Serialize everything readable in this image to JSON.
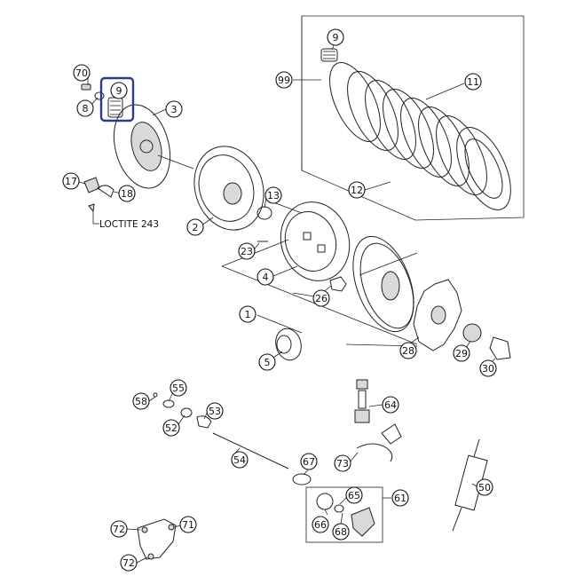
{
  "callouts": [
    {
      "id": "c70",
      "label": "70"
    },
    {
      "id": "c9a",
      "label": "9"
    },
    {
      "id": "c8",
      "label": "8"
    },
    {
      "id": "c3",
      "label": "3"
    },
    {
      "id": "c99",
      "label": "99"
    },
    {
      "id": "c9b",
      "label": "9"
    },
    {
      "id": "c11",
      "label": "11"
    },
    {
      "id": "c17",
      "label": "17"
    },
    {
      "id": "c18",
      "label": "18"
    },
    {
      "id": "c2",
      "label": "2"
    },
    {
      "id": "c13",
      "label": "13"
    },
    {
      "id": "c12",
      "label": "12"
    },
    {
      "id": "c23",
      "label": "23"
    },
    {
      "id": "c4",
      "label": "4"
    },
    {
      "id": "c26",
      "label": "26"
    },
    {
      "id": "c1",
      "label": "1"
    },
    {
      "id": "c5",
      "label": "5"
    },
    {
      "id": "c28",
      "label": "28"
    },
    {
      "id": "c29",
      "label": "29"
    },
    {
      "id": "c30",
      "label": "30"
    },
    {
      "id": "c58",
      "label": "58"
    },
    {
      "id": "c55",
      "label": "55"
    },
    {
      "id": "c53",
      "label": "53"
    },
    {
      "id": "c52",
      "label": "52"
    },
    {
      "id": "c64",
      "label": "64"
    },
    {
      "id": "c54",
      "label": "54"
    },
    {
      "id": "c67",
      "label": "67"
    },
    {
      "id": "c73",
      "label": "73"
    },
    {
      "id": "c50",
      "label": "50"
    },
    {
      "id": "c65",
      "label": "65"
    },
    {
      "id": "c61",
      "label": "61"
    },
    {
      "id": "c66",
      "label": "66"
    },
    {
      "id": "c68",
      "label": "68"
    },
    {
      "id": "c72a",
      "label": "72"
    },
    {
      "id": "c71",
      "label": "71"
    },
    {
      "id": "c72b",
      "label": "72"
    }
  ],
  "annotations": {
    "loctite": "LOCTITE 243"
  },
  "highlight": {
    "color": "#2a3a8f",
    "callout": "9"
  }
}
